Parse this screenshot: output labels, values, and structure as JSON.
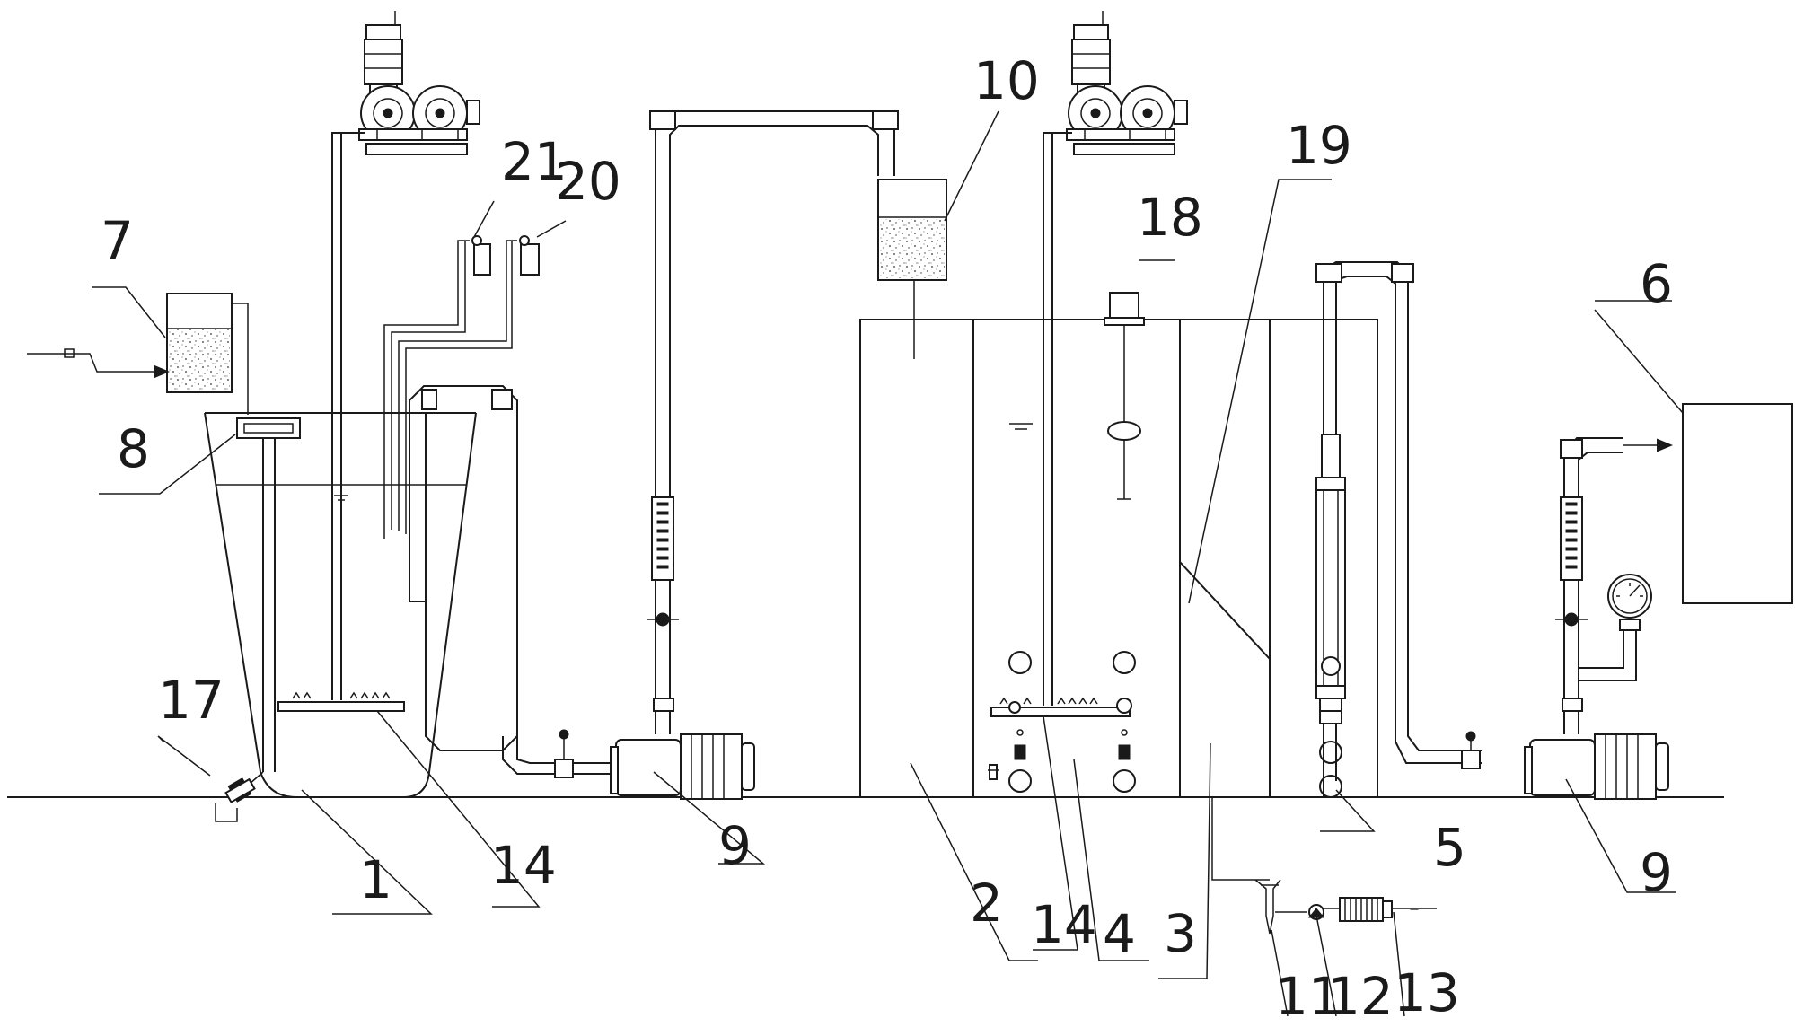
{
  "labels": {
    "l1": "1",
    "l2": "2",
    "l3": "3",
    "l4": "4",
    "l5": "5",
    "l6": "6",
    "l7": "7",
    "l8": "8",
    "l9a": "9",
    "l9b": "9",
    "l10": "10",
    "l11": "11",
    "l12": "12",
    "l13": "13",
    "l14a": "14",
    "l14b": "14",
    "l17": "17",
    "l18": "18",
    "l19": "19",
    "l20": "20",
    "l21": "21"
  },
  "colors": {
    "line": "#1a1a1a",
    "background": "#ffffff"
  }
}
